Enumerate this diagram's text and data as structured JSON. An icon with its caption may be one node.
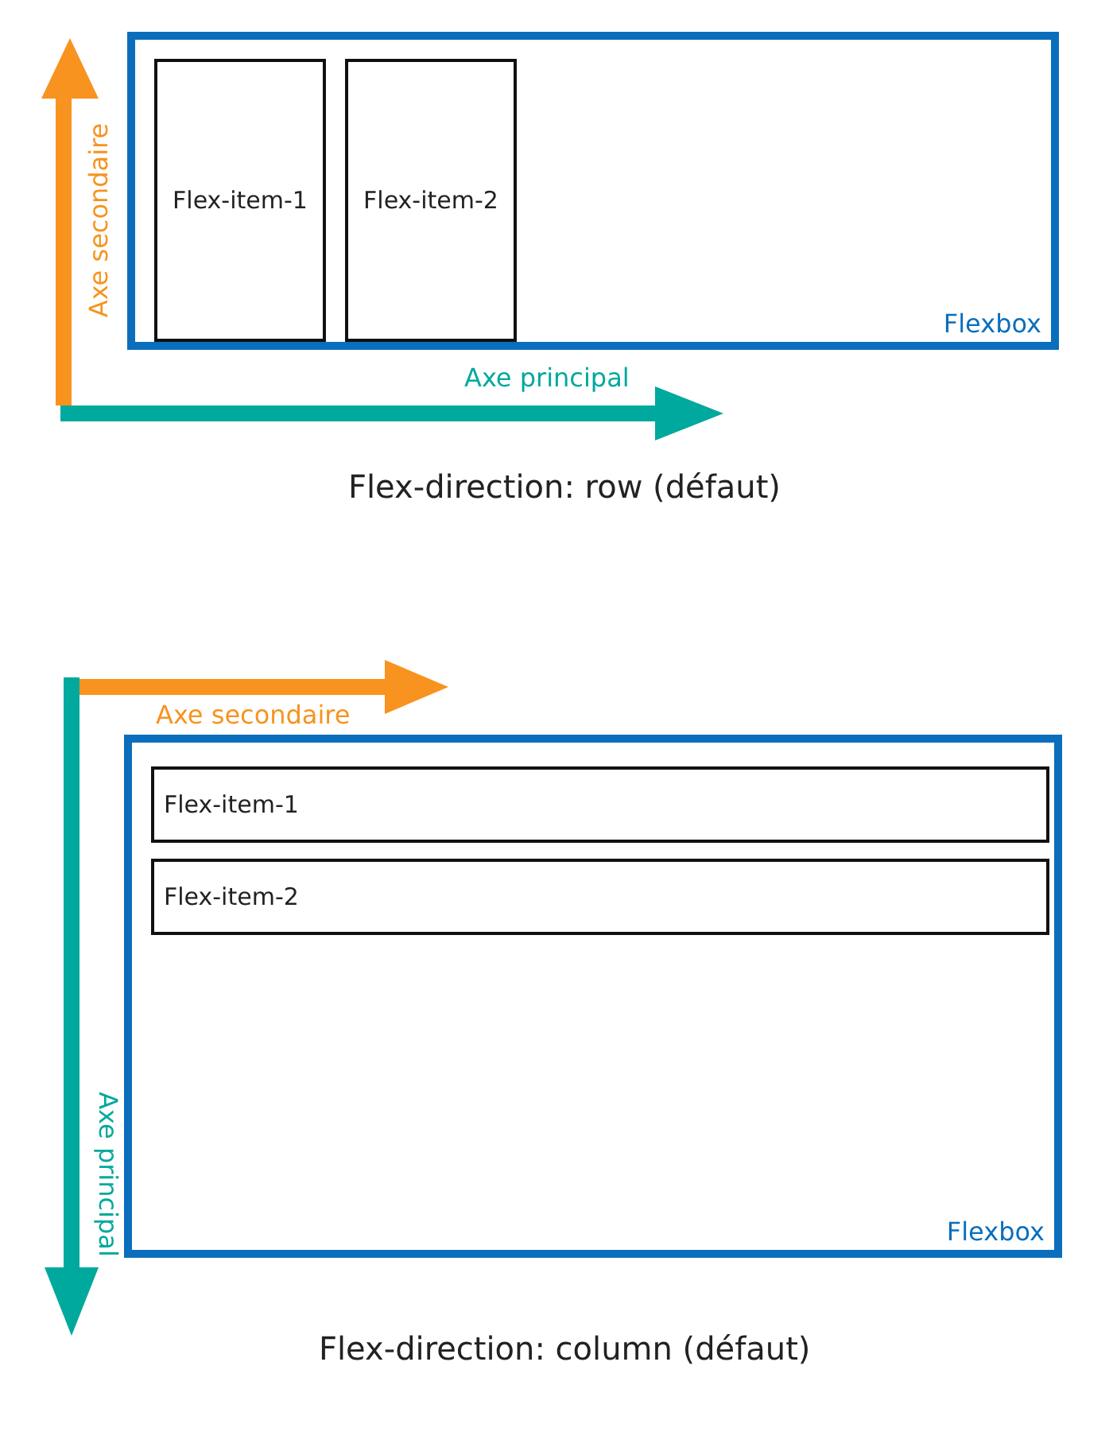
{
  "diagram": {
    "nodes": [
      {
        "text": [
          "Flexbox"
        ]
      },
      {
        "text": [
          "Flex-item-1"
        ],
        "in": 0
      },
      {
        "text": [
          "Flex-item-2"
        ],
        "in": 0
      },
      {
        "text": [
          "Flexbox"
        ]
      },
      {
        "text": [
          "Flex-item-1"
        ],
        "in": 3
      },
      {
        "text": [
          "Flex-item-2"
        ],
        "in": 3
      }
    ],
    "labels": [
      "Axe secondaire",
      "Axe principal",
      "Flex-direction: row (défaut)",
      "Axe secondaire",
      "Axe principal",
      "Flex-direction: column (défaut)"
    ]
  }
}
